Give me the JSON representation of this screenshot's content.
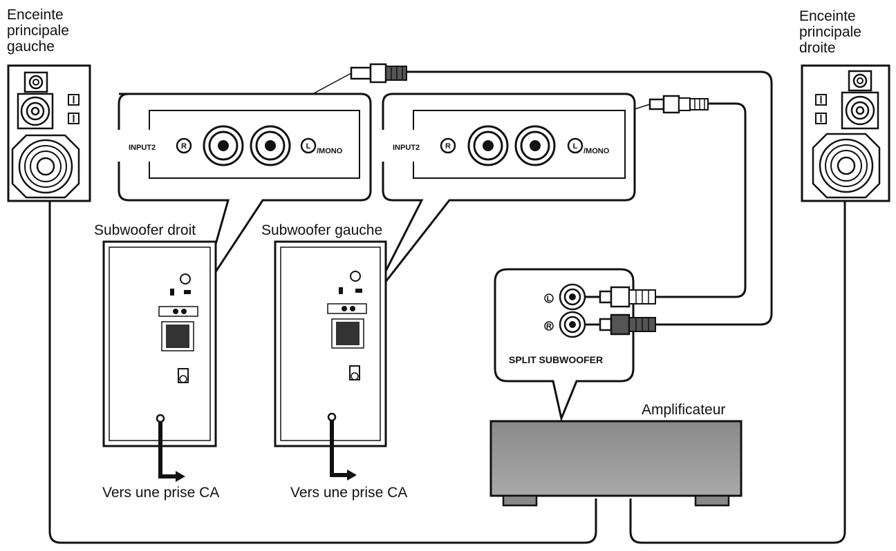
{
  "labels": {
    "left_main_speaker": [
      "Enceinte",
      "principale",
      "gauche"
    ],
    "right_main_speaker": [
      "Enceinte",
      "principale",
      "droite"
    ],
    "subwoofer_right": "Subwoofer droit",
    "subwoofer_left": "Subwoofer gauche",
    "to_ac_outlet_1": "Vers une prise CA",
    "to_ac_outlet_2": "Vers une prise CA",
    "amplifier": "Amplificateur"
  },
  "input_panels": [
    {
      "input_label": "INPUT2",
      "r_jack": "R",
      "l_jack": "L",
      "l_suffix": "/MONO"
    },
    {
      "input_label": "INPUT2",
      "r_jack": "R",
      "l_jack": "L",
      "l_suffix": "/MONO"
    }
  ],
  "amp_callout": {
    "title": "SPLIT SUBWOOFER",
    "l_jack": "L",
    "r_jack": "R"
  }
}
